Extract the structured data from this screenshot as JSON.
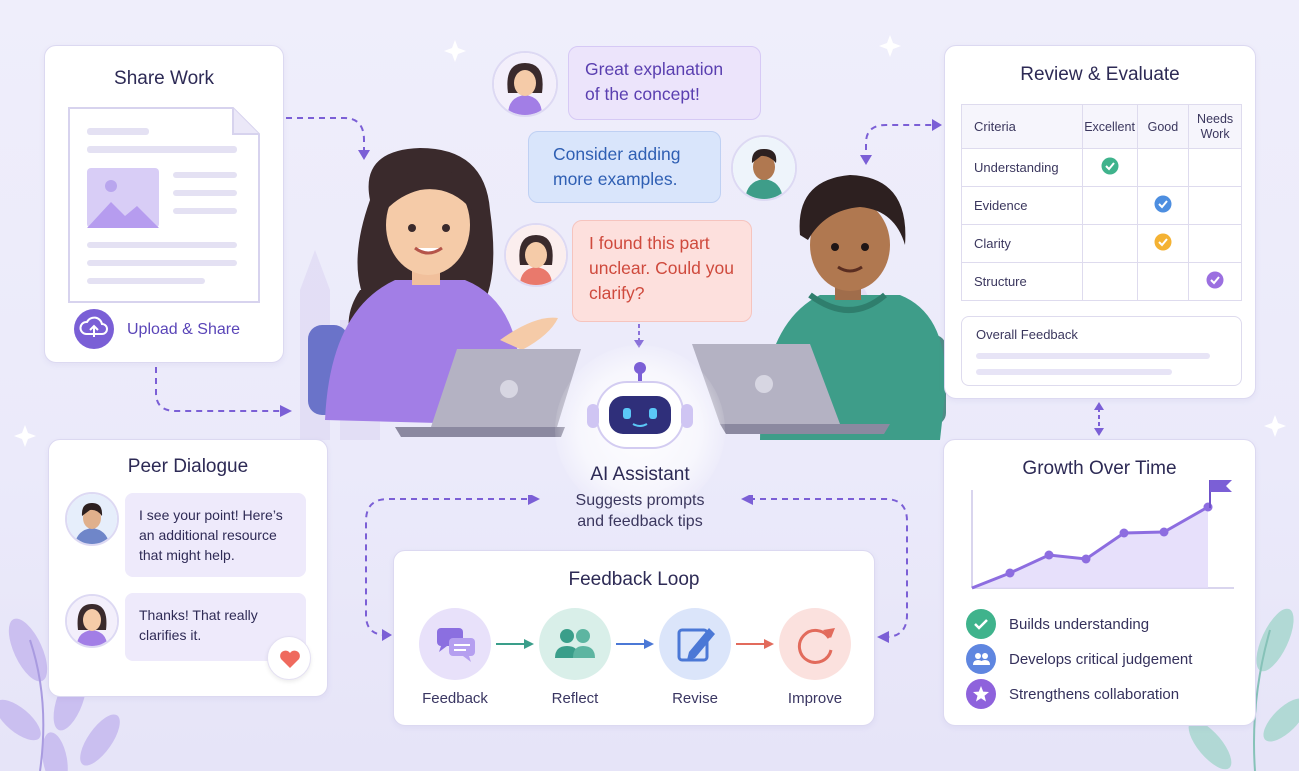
{
  "share_work": {
    "title": "Share Work",
    "upload_label": "Upload & Share"
  },
  "chat": {
    "msg1": {
      "line1": "Great explanation",
      "line2": "of the concept!"
    },
    "msg2": {
      "line1": "Consider adding",
      "line2": "more examples."
    },
    "msg3": {
      "line1": "I found this part",
      "line2": "unclear. Could you",
      "line3": "clarify?"
    }
  },
  "ai_assistant": {
    "title": "AI Assistant",
    "line1": "Suggests prompts",
    "line2": "and feedback tips"
  },
  "review": {
    "title": "Review & Evaluate",
    "headers": {
      "criteria": "Criteria",
      "excellent": "Excellent",
      "good": "Good",
      "needs_work_1": "Needs",
      "needs_work_2": "Work"
    },
    "rows": [
      {
        "criterion": "Understanding",
        "rating": "excellent",
        "color": "#3fb38c"
      },
      {
        "criterion": "Evidence",
        "rating": "good",
        "color": "#4d8ee0"
      },
      {
        "criterion": "Clarity",
        "rating": "good",
        "color": "#f4b233"
      },
      {
        "criterion": "Structure",
        "rating": "needs_work",
        "color": "#9b6fe0"
      }
    ],
    "overall_label": "Overall Feedback"
  },
  "peer_dialogue": {
    "title": "Peer Dialogue",
    "msg1": {
      "line1": "I see your point! Here’s",
      "line2": "an additional resource",
      "line3": "that might help."
    },
    "msg2": {
      "line1": "Thanks! That really",
      "line2": "clarifies it."
    }
  },
  "feedback_loop": {
    "title": "Feedback Loop",
    "steps": [
      {
        "label": "Feedback",
        "icon": "chat-icon",
        "color": "#8b6fe0",
        "bg": "#e8e1fa"
      },
      {
        "label": "Reflect",
        "icon": "people-icon",
        "color": "#3a9e8a",
        "bg": "#d9efe9"
      },
      {
        "label": "Revise",
        "icon": "edit-icon",
        "color": "#4b78d6",
        "bg": "#dbe5fa"
      },
      {
        "label": "Improve",
        "icon": "refresh-icon",
        "color": "#e26b5c",
        "bg": "#fbe1de"
      }
    ]
  },
  "growth": {
    "title": "Growth Over Time",
    "items": [
      {
        "label": "Builds understanding",
        "icon": "check-icon",
        "color": "#3fb38c"
      },
      {
        "label": "Develops critical judgement",
        "icon": "people-icon",
        "color": "#5f86e0"
      },
      {
        "label": "Strengthens collaboration",
        "icon": "star-icon",
        "color": "#8e62dc"
      }
    ]
  },
  "colors": {
    "accent": "#7b5fd6",
    "bubble_purple": "#ece4fb",
    "bubble_blue": "#d9e5fb",
    "bubble_red": "#fde0dd"
  }
}
